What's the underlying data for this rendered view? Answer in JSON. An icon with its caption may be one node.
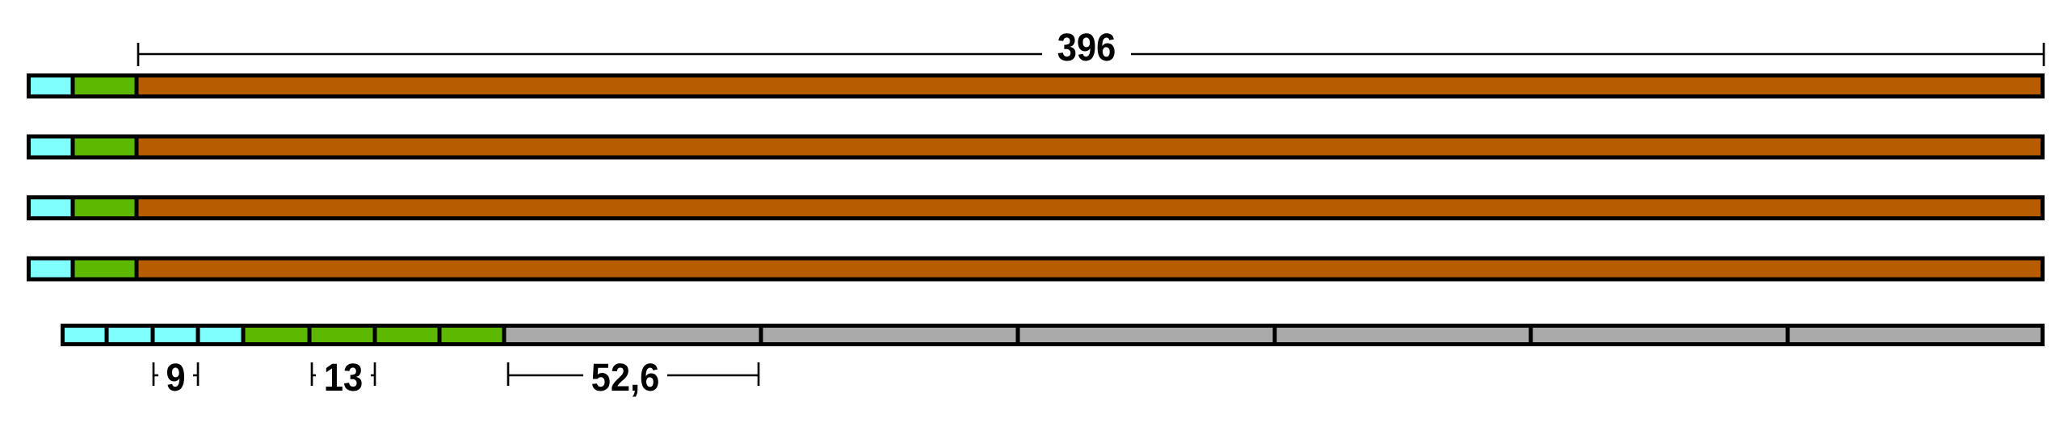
{
  "diagram": {
    "nodes": [
      {
        "text": [],
        "shape": "bar"
      },
      {
        "text": [],
        "shape": "bar"
      },
      {
        "text": [],
        "shape": "bar"
      },
      {
        "text": [],
        "shape": "bar"
      },
      {
        "text": [],
        "shape": "bar"
      },
      {
        "text": [],
        "shape": "bar"
      },
      {
        "text": [],
        "shape": "bar"
      },
      {
        "text": [],
        "shape": "bar"
      },
      {
        "text": [],
        "shape": "bar"
      },
      {
        "text": [],
        "shape": "bar"
      },
      {
        "text": [],
        "shape": "bar"
      },
      {
        "text": [],
        "shape": "bar"
      },
      {
        "text": [],
        "shape": "bar"
      },
      {
        "text": [],
        "shape": "bar"
      },
      {
        "text": [],
        "shape": "bar"
      },
      {
        "text": [],
        "shape": "bar"
      },
      {
        "text": [],
        "shape": "bar"
      },
      {
        "text": [],
        "shape": "bar"
      },
      {
        "text": [],
        "shape": "bar"
      },
      {
        "text": [],
        "shape": "bar"
      },
      {
        "text": [],
        "shape": "bar"
      },
      {
        "text": [],
        "shape": "bar"
      },
      {
        "text": [],
        "shape": "bar"
      },
      {
        "text": [],
        "shape": "bar"
      },
      {
        "text": [],
        "shape": "bar"
      },
      {
        "text": [],
        "shape": "bar"
      }
    ],
    "labels": [
      "396",
      "9",
      "13",
      "52,6"
    ]
  }
}
